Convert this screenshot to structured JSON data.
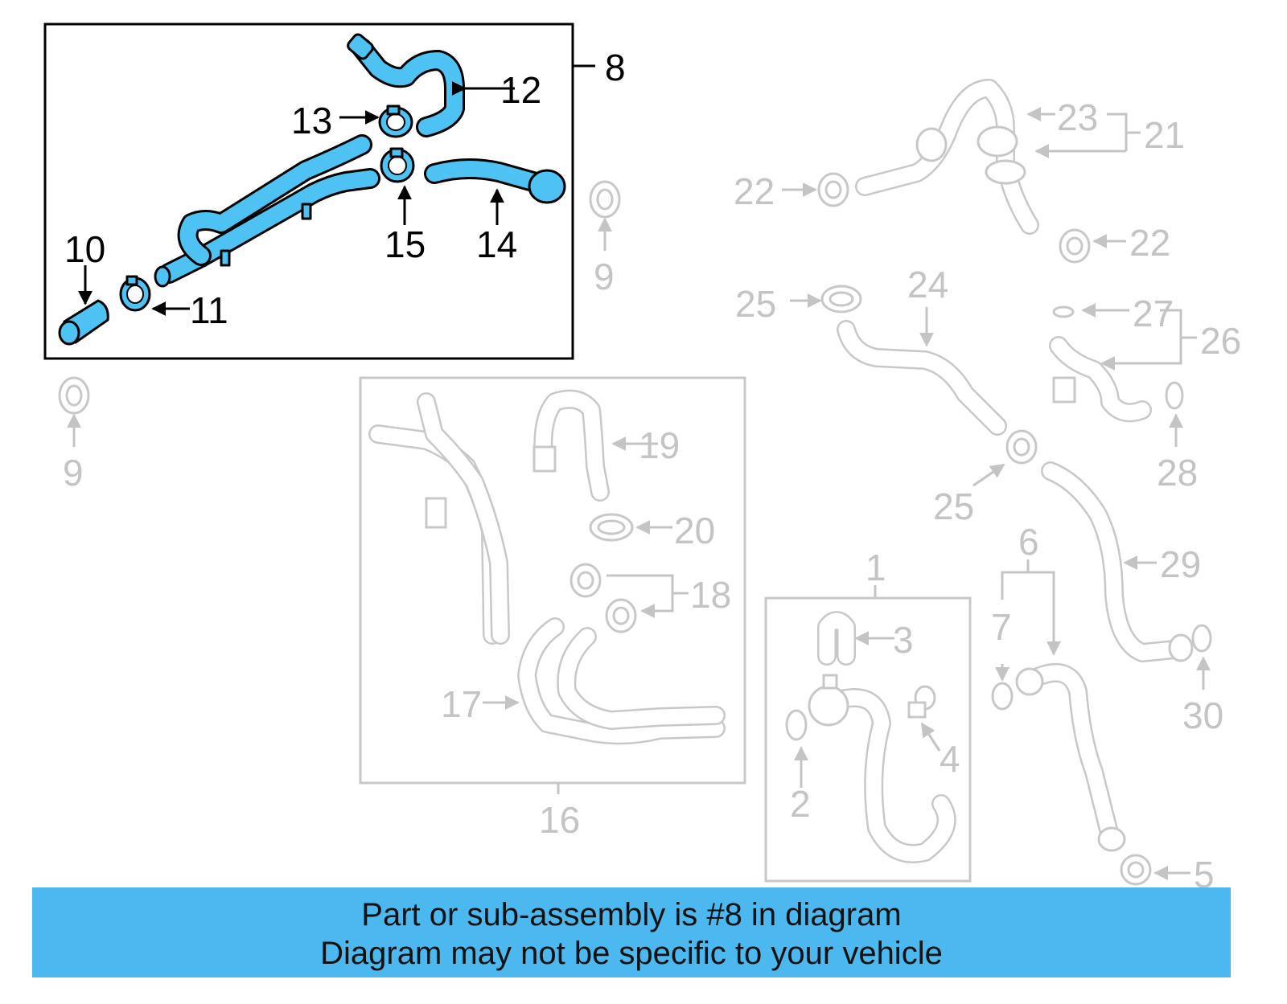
{
  "labels": {
    "p8": "8",
    "p12": "12",
    "p13": "13",
    "p15": "15",
    "p14": "14",
    "p10": "10",
    "p11": "11",
    "p9a": "9",
    "p9b": "9",
    "p22a": "22",
    "p22b": "22",
    "p23": "23",
    "p21": "21",
    "p25a": "25",
    "p25b": "25",
    "p24": "24",
    "p27": "27",
    "p26": "26",
    "p28": "28",
    "p19": "19",
    "p20": "20",
    "p18": "18",
    "p17": "17",
    "p16": "16",
    "p29": "29",
    "p6": "6",
    "p7": "7",
    "p30": "30",
    "p5": "5",
    "p1": "1",
    "p3": "3",
    "p4": "4",
    "p2": "2"
  },
  "highlight_color": "#4ec3f3",
  "banner": {
    "line1": "Part or sub-assembly is #8 in diagram",
    "line2": "Diagram may not be specific to your vehicle",
    "color": "#4cb8f0"
  }
}
